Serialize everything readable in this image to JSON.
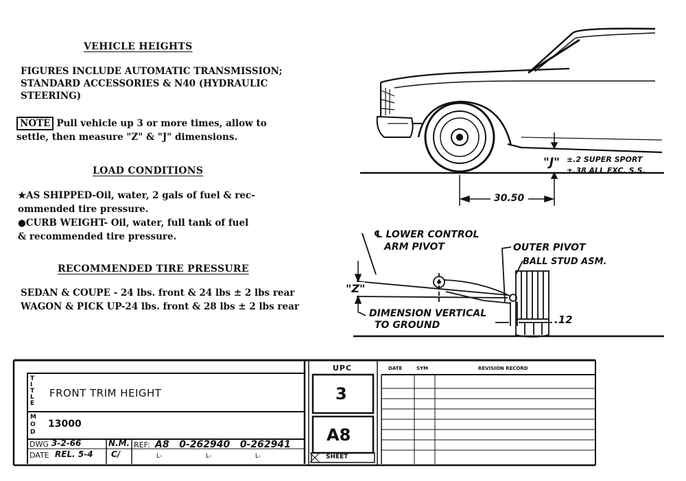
{
  "vehicle_heights": {
    "heading": "VEHICLE HEIGHTS",
    "line1": "FIGURES INCLUDE AUTOMATIC TRANSMISSION;",
    "line2": "STANDARD ACCESSORIES & N40 (HYDRAULIC",
    "line3": "STEERING)"
  },
  "note": {
    "label": "NOTE",
    "line1": "Pull vehicle up 3 or more times, allow to",
    "line2": "settle, then measure \"Z\" & \"J\" dimensions."
  },
  "load_conditions": {
    "heading": "LOAD CONDITIONS",
    "as_shipped_1": "★AS SHIPPED-Oil, water, 2 gals of fuel & rec-",
    "as_shipped_2": "ommended tire pressure.",
    "curb_1": "●CURB WEIGHT- Oil, water, full tank of fuel",
    "curb_2": "& recommended tire pressure."
  },
  "tire_pressure": {
    "heading": "RECOMMENDED TIRE PRESSURE",
    "sedan": "SEDAN & COUPE - 24 lbs. front & 24 lbs ± 2 lbs rear",
    "wagon": "WAGON & PICK UP-24 lbs. front & 28 lbs ± 2 lbs rear"
  },
  "diagram_top": {
    "j_label": "\"J\"",
    "j_tol_1": "±.2 SUPER SPORT",
    "j_tol_2": "±.38 ALL EXC. S.S.",
    "dim_30": "30.50"
  },
  "diagram_bottom": {
    "lower_pivot_1": "℄ LOWER CONTROL",
    "lower_pivot_2": "ARM PIVOT",
    "outer_pivot": "OUTER PIVOT",
    "ball_stud": "BALL STUD ASM.",
    "z_label": "\"Z\"",
    "dim_vertical_1": "DIMENSION VERTICAL",
    "dim_vertical_2": "TO GROUND",
    "dim_12": ".12"
  },
  "title_block": {
    "title_side": "TITLE",
    "title": "FRONT TRIM HEIGHT",
    "mod_side": "MOD",
    "model": "13000",
    "dwg_label": "DWG",
    "dwg_date": "3-2-66",
    "dwg_initials": "N.M.",
    "date_label": "DATE",
    "date_value": "REL. 5-4",
    "date_initials": "C/",
    "ref_label": "REF:",
    "ref_values": "A8   0-262940   0-262941",
    "l1": "L-",
    "l2": "L-",
    "l3": "L-",
    "upc_label": "UPC",
    "upc_value": "3",
    "sheet_value": "A8",
    "sheet_label": "SHEET",
    "rev_date": "DATE",
    "rev_sym": "SYM",
    "rev_record": "REVISION RECORD"
  }
}
